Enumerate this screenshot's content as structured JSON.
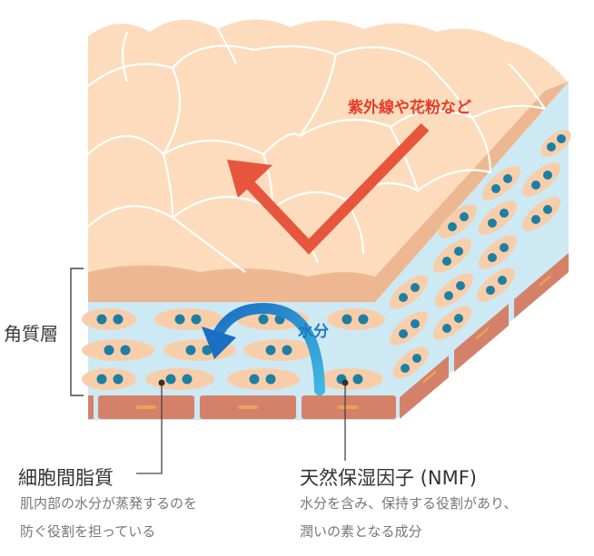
{
  "labels": {
    "stratum_corneum": "角質層",
    "uv_pollen": "紫外線や花粉など",
    "water": "水分",
    "lipid": {
      "title": "細胞間脂質",
      "desc_line1": "肌内部の水分が蒸発するのを",
      "desc_line2": "防ぐ役割を担っている"
    },
    "nmf": {
      "title": "天然保湿因子 (NMF)",
      "desc_line1": "水分を含み、保持する役割があり、",
      "desc_line2": "潤いの素となる成分"
    }
  },
  "colors": {
    "skin_surface": "#fcdcbc",
    "skin_edge": "#edb891",
    "lipid_blue": "#cde9f3",
    "cell": "#f8ceaa",
    "nucleus": "#1d7fa4",
    "basal": "#d5816a",
    "uv_arrow": "#e8553d",
    "water_arrow": "#2fa0d8"
  }
}
